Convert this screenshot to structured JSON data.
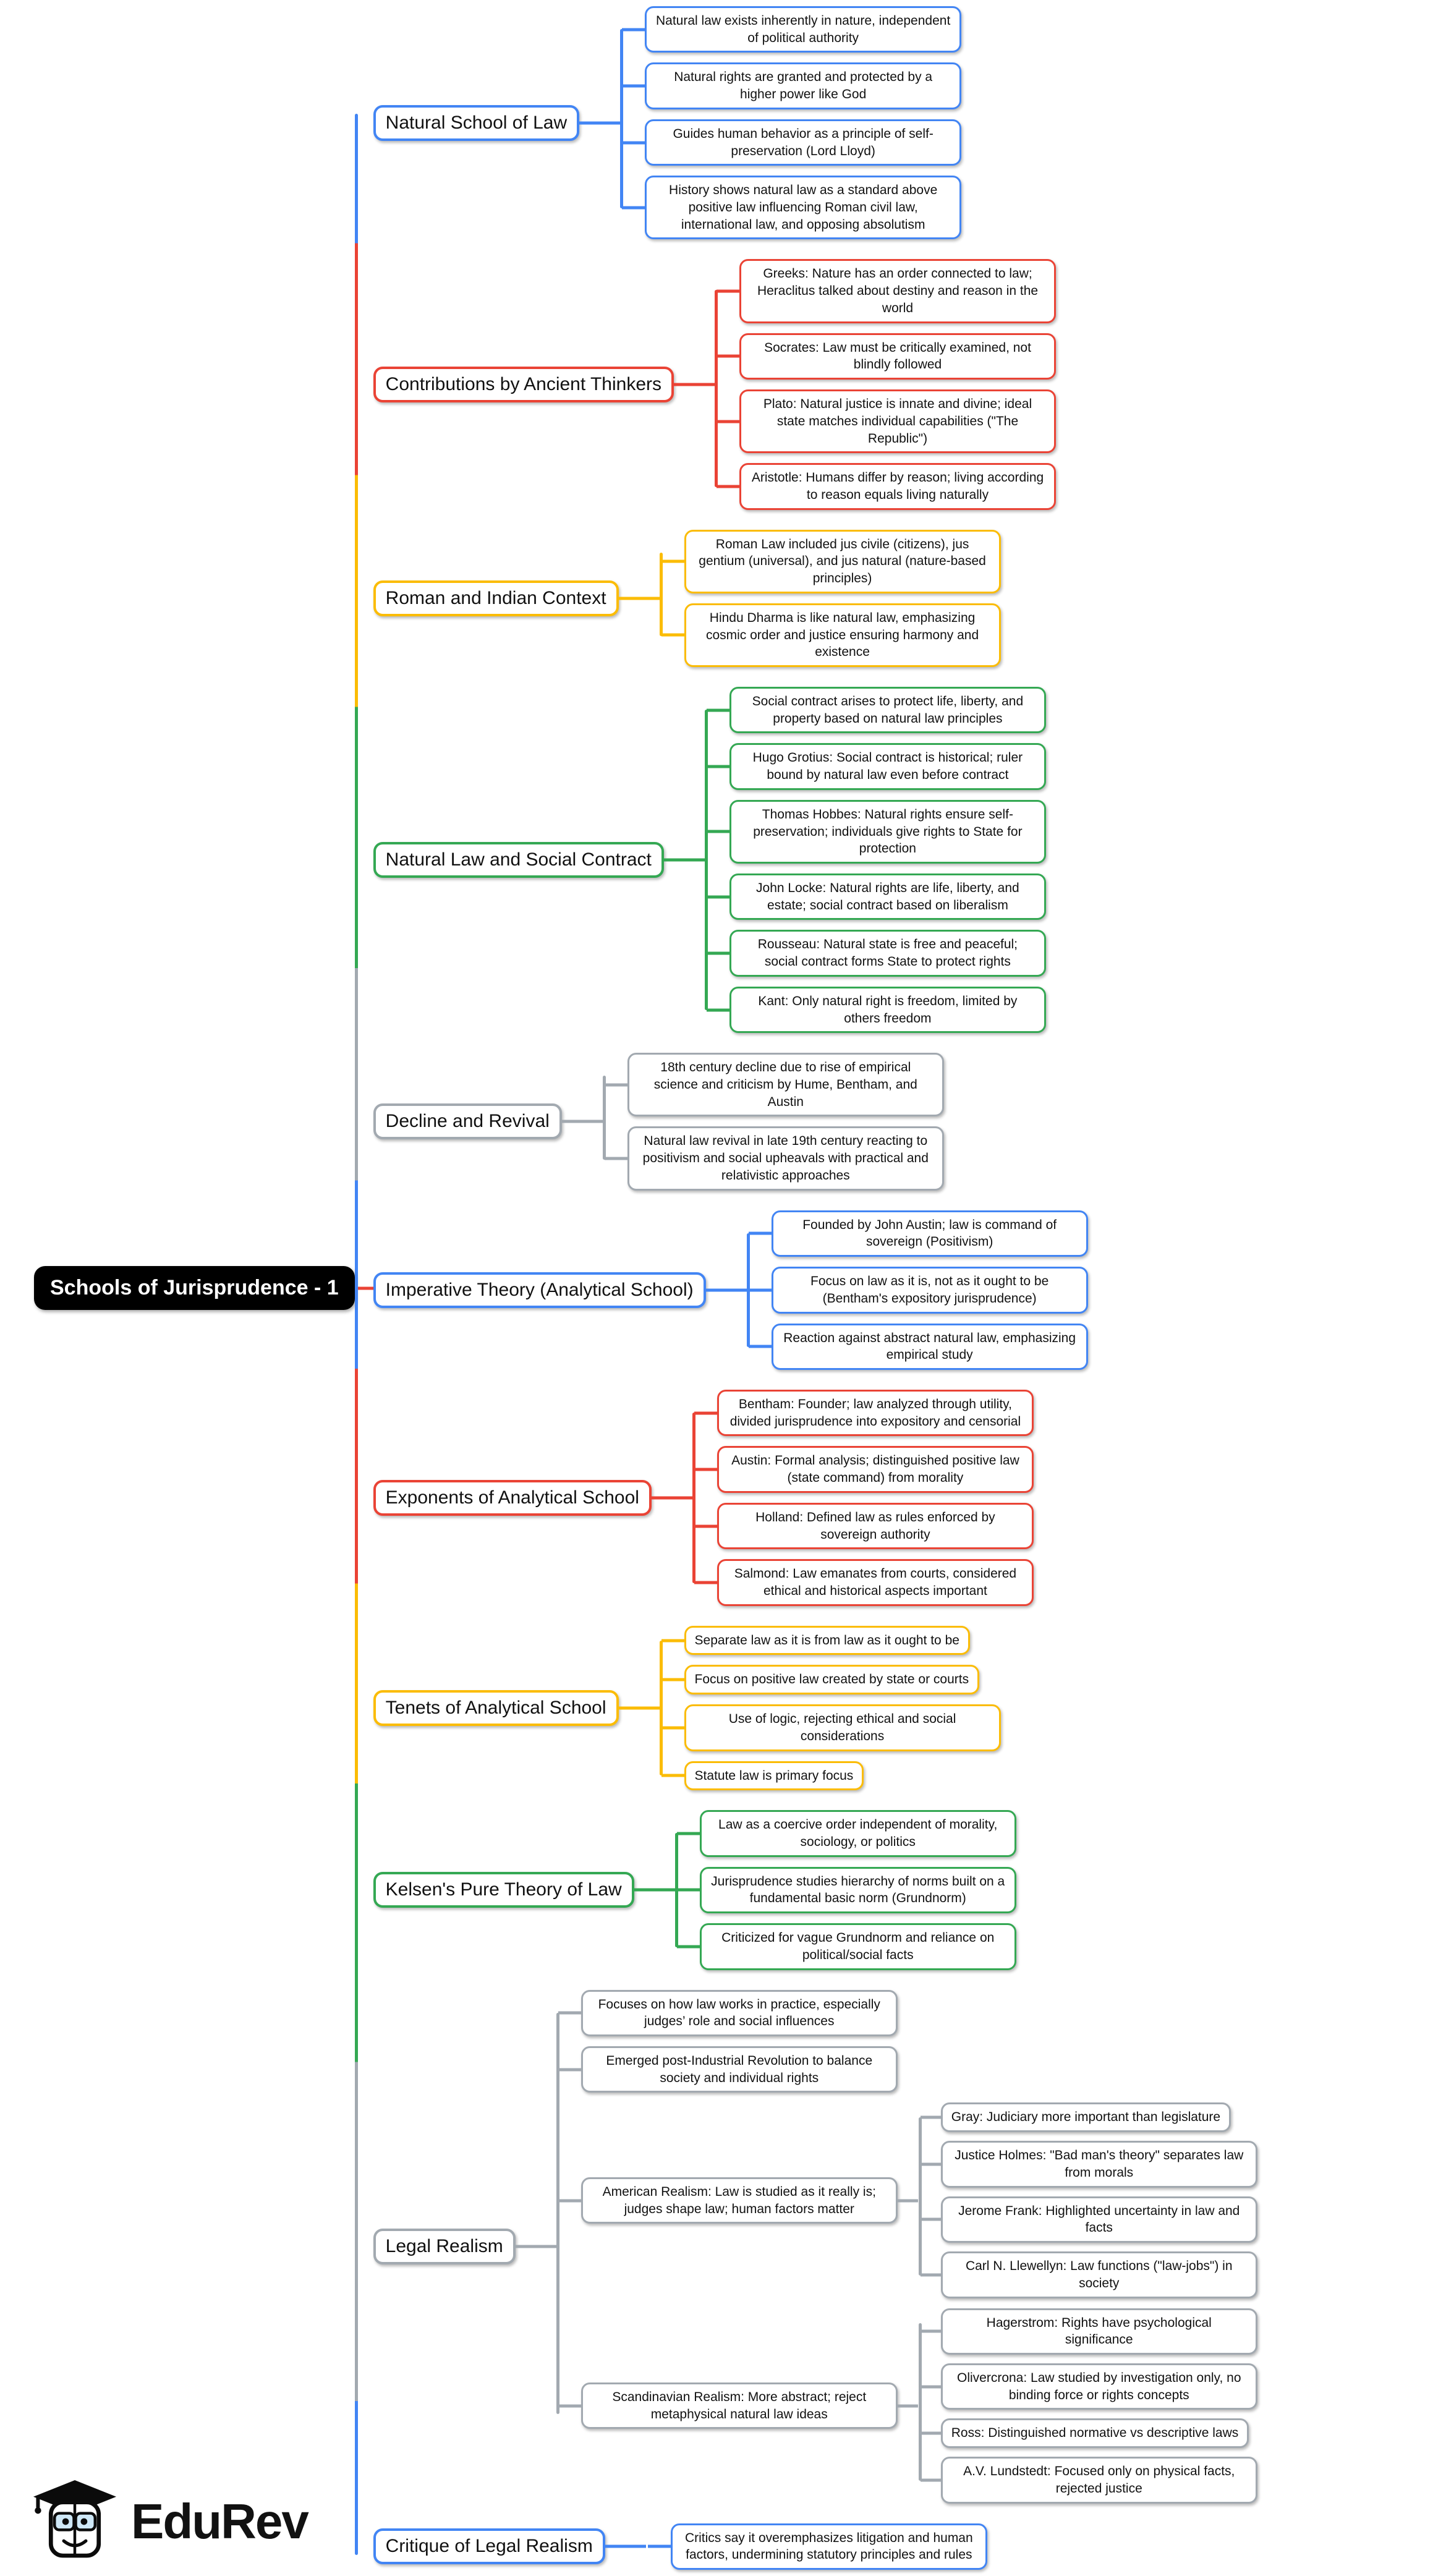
{
  "root": {
    "label": "Schools of Jurisprudence - 1"
  },
  "palette": {
    "blue": "#4285F4",
    "red": "#EA4335",
    "yellow": "#FBBC05",
    "green": "#34A853",
    "gray": "#A2A9B0",
    "root_bg": "#000000"
  },
  "logo": {
    "text": "EduRev"
  },
  "branches": [
    {
      "label": "Natural School of Law",
      "color": "#4285F4",
      "children": [
        "Natural law exists inherently in nature, independent of political authority",
        "Natural rights are granted and protected by a higher power like God",
        "Guides human behavior as a principle of self-preservation (Lord Lloyd)",
        "History shows natural law as a standard above positive law influencing Roman civil law, international law, and opposing absolutism"
      ]
    },
    {
      "label": "Contributions by Ancient Thinkers",
      "color": "#EA4335",
      "children": [
        "Greeks: Nature has an order connected to law; Heraclitus talked about destiny and reason in the world",
        "Socrates: Law must be critically examined, not blindly followed",
        "Plato: Natural justice is innate and divine; ideal state matches individual capabilities (\"The Republic\")",
        "Aristotle: Humans differ by reason; living according to reason equals living naturally"
      ]
    },
    {
      "label": "Roman and Indian Context",
      "color": "#FBBC05",
      "children": [
        "Roman Law included jus civile (citizens), jus gentium (universal), and jus natural (nature-based principles)",
        "Hindu Dharma is like natural law, emphasizing cosmic order and justice ensuring harmony and existence"
      ]
    },
    {
      "label": "Natural Law and Social Contract",
      "color": "#34A853",
      "children": [
        "Social contract arises to protect life, liberty, and property based on natural law principles",
        "Hugo Grotius: Social contract is historical; ruler bound by natural law even before contract",
        "Thomas Hobbes: Natural rights ensure self-preservation; individuals give rights to State for protection",
        "John Locke: Natural rights are life, liberty, and estate; social contract based on liberalism",
        "Rousseau: Natural state is free and peaceful; social contract forms State to protect rights",
        "Kant: Only natural right is freedom, limited by others freedom"
      ]
    },
    {
      "label": "Decline and Revival",
      "color": "#A2A9B0",
      "children": [
        "18th century decline due to rise of empirical science and criticism by Hume, Bentham, and Austin",
        "Natural law revival in late 19th century reacting to positivism and social upheavals with practical and relativistic approaches"
      ]
    },
    {
      "label": "Imperative Theory (Analytical School)",
      "color": "#4285F4",
      "children": [
        "Founded by John Austin; law is command of sovereign (Positivism)",
        "Focus on law as it is, not as it ought to be (Bentham's expository jurisprudence)",
        "Reaction against abstract natural law, emphasizing empirical study"
      ]
    },
    {
      "label": "Exponents of Analytical School",
      "color": "#EA4335",
      "children": [
        "Bentham: Founder; law analyzed through utility, divided jurisprudence into expository and censorial",
        "Austin: Formal analysis; distinguished positive law (state command) from morality",
        "Holland: Defined law as rules enforced by sovereign authority",
        "Salmond: Law emanates from courts, considered ethical and historical aspects important"
      ]
    },
    {
      "label": "Tenets of Analytical School",
      "color": "#FBBC05",
      "children": [
        "Separate law as it is from law as it ought to be",
        "Focus on positive law created by state or courts",
        "Use of logic, rejecting ethical and social considerations",
        "Statute law is primary focus"
      ]
    },
    {
      "label": "Kelsen's Pure Theory of Law",
      "color": "#34A853",
      "children": [
        "Law as a coercive order independent of morality, sociology, or politics",
        "Jurisprudence studies hierarchy of norms built on a fundamental basic norm (Grundnorm)",
        "Criticized for vague Grundnorm and reliance on political/social facts"
      ]
    },
    {
      "label": "Legal Realism",
      "color": "#A2A9B0",
      "children": [
        "Focuses on how law works in practice, especially judges’ role and social influences",
        "Emerged post-Industrial Revolution to balance society and individual rights"
      ],
      "subbranches": [
        {
          "label": "American Realism: Law is studied as it really is; judges shape law; human factors matter",
          "children": [
            "Gray: Judiciary more important than legislature",
            "Justice Holmes: \"Bad man's theory\" separates law from morals",
            "Jerome Frank: Highlighted uncertainty in law and facts",
            "Carl N. Llewellyn: Law functions (\"law-jobs\") in society"
          ]
        },
        {
          "label": "Scandinavian Realism: More abstract; reject metaphysical natural law ideas",
          "children": [
            "Hagerstrom: Rights have psychological significance",
            "Olivercrona: Law studied by investigation only, no binding force or rights concepts",
            "Ross: Distinguished normative vs descriptive laws",
            "A.V. Lundstedt: Focused only on physical facts, rejected justice"
          ]
        }
      ]
    },
    {
      "label": "Critique of Legal Realism",
      "color": "#4285F4",
      "children": [
        "Critics say it overemphasizes litigation and human factors, undermining statutory principles and rules"
      ]
    }
  ]
}
